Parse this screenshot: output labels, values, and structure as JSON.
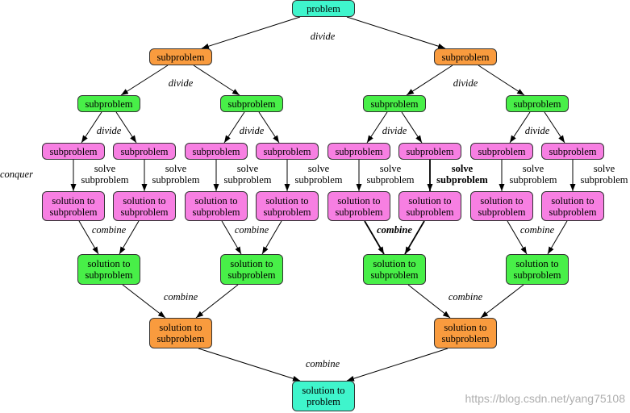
{
  "colors": {
    "teal": "#3ff5cc",
    "orange": "#f99b3e",
    "green": "#48ef48",
    "pink": "#f77fe2",
    "border": "#333333"
  },
  "root": {
    "label": "problem"
  },
  "split1": [
    {
      "label": "subproblem"
    },
    {
      "label": "subproblem"
    }
  ],
  "split2": [
    {
      "label": "subproblem"
    },
    {
      "label": "subproblem"
    },
    {
      "label": "subproblem"
    },
    {
      "label": "subproblem"
    }
  ],
  "split3": [
    {
      "label": "subproblem"
    },
    {
      "label": "subproblem"
    },
    {
      "label": "subproblem"
    },
    {
      "label": "subproblem"
    },
    {
      "label": "subproblem"
    },
    {
      "label": "subproblem"
    },
    {
      "label": "subproblem"
    },
    {
      "label": "subproblem"
    }
  ],
  "leaf_solutions": [
    {
      "line1": "solution to",
      "line2": "subproblem"
    },
    {
      "line1": "solution to",
      "line2": "subproblem"
    },
    {
      "line1": "solution to",
      "line2": "subproblem"
    },
    {
      "line1": "solution to",
      "line2": "subproblem"
    },
    {
      "line1": "solution to",
      "line2": "subproblem"
    },
    {
      "line1": "solution to",
      "line2": "subproblem"
    },
    {
      "line1": "solution to",
      "line2": "subproblem"
    },
    {
      "line1": "solution to",
      "line2": "subproblem"
    }
  ],
  "merge1": [
    {
      "line1": "solution to",
      "line2": "subproblem"
    },
    {
      "line1": "solution to",
      "line2": "subproblem"
    },
    {
      "line1": "solution to",
      "line2": "subproblem"
    },
    {
      "line1": "solution to",
      "line2": "subproblem"
    }
  ],
  "merge2": [
    {
      "line1": "solution to",
      "line2": "subproblem"
    },
    {
      "line1": "solution to",
      "line2": "subproblem"
    }
  ],
  "final": {
    "line1": "solution to",
    "line2": "problem"
  },
  "edge_labels": {
    "divide": [
      "divide",
      "divide",
      "divide",
      "divide",
      "divide",
      "divide",
      "divide"
    ],
    "conquer": "conquer",
    "solve": [
      {
        "line1": "solve",
        "line2": "subproblem"
      },
      {
        "line1": "solve",
        "line2": "subproblem"
      },
      {
        "line1": "solve",
        "line2": "subproblem"
      },
      {
        "line1": "solve",
        "line2": "subproblem"
      },
      {
        "line1": "solve",
        "line2": "subproblem"
      },
      {
        "line1": "solve",
        "line2": "subproblem"
      },
      {
        "line1": "solve",
        "line2": "subproblem"
      },
      {
        "line1": "solve",
        "line2": "subproblem"
      }
    ],
    "combine": [
      "combine",
      "combine",
      "combine",
      "combine",
      "combine",
      "combine",
      "combine"
    ]
  },
  "watermark": "https://blog.csdn.net/yang75108"
}
